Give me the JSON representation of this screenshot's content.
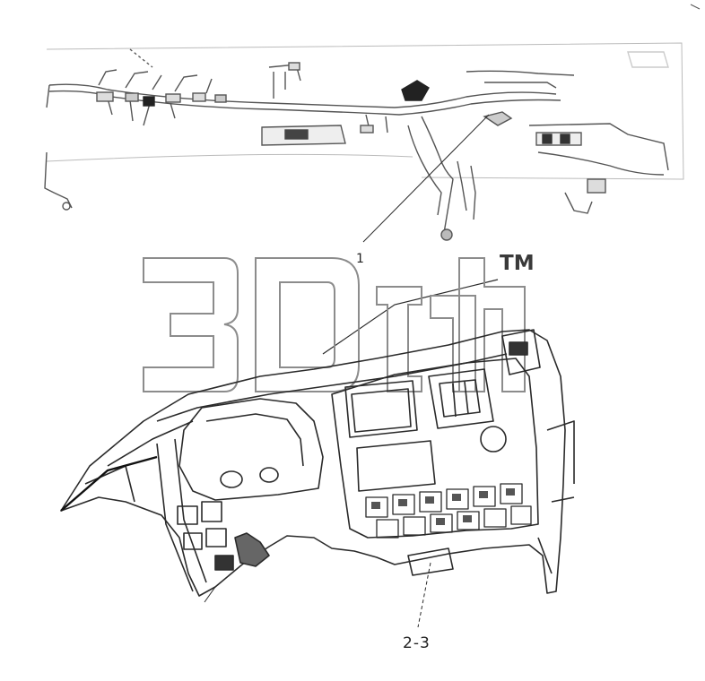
{
  "callouts": {
    "part_1": "1",
    "part_2_3": "2-3"
  },
  "watermark": {
    "text": "3Dtech",
    "trademark": "TM"
  },
  "colors": {
    "line": "#2a2a2a",
    "light_line": "#9a9a9a",
    "watermark_outline": "#8c8c8c"
  }
}
